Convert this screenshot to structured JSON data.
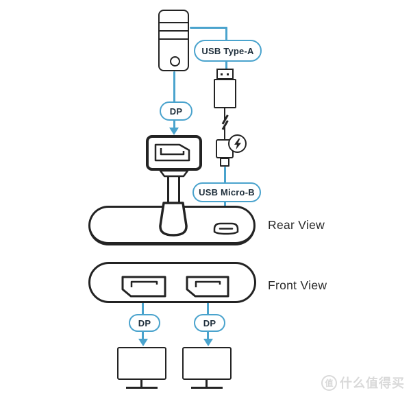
{
  "diagram": {
    "title_hint": "USB-C/DP travel dock connection diagram",
    "connection_labels": [
      {
        "id": "usb-type-a",
        "label": "USB Type-A"
      },
      {
        "id": "dp-input",
        "label": "DP"
      },
      {
        "id": "usb-micro-b",
        "label": "USB Micro-B"
      },
      {
        "id": "dp-output-left",
        "label": "DP"
      },
      {
        "id": "dp-output-right",
        "label": "DP"
      }
    ],
    "view_labels": {
      "rear": "Rear View",
      "front": "Front View"
    },
    "devices": [
      "pc-tower",
      "usb-type-a-plug",
      "power-micro-usb-plug",
      "dock-captive-dp-connector",
      "dock-rear",
      "dock-front",
      "monitor-left",
      "monitor-right"
    ],
    "ports": [
      "micro-usb-port",
      "dp-port-left",
      "dp-port-right"
    ],
    "colors": {
      "accent_blue": "#4aa3cd",
      "line_black": "#232323",
      "pill_text": "#1d2d3a",
      "label_text": "#2b2b2b",
      "watermark_gray": "#d9d9d9"
    }
  },
  "watermark": {
    "icon_char": "值",
    "text": "什么值得买"
  }
}
